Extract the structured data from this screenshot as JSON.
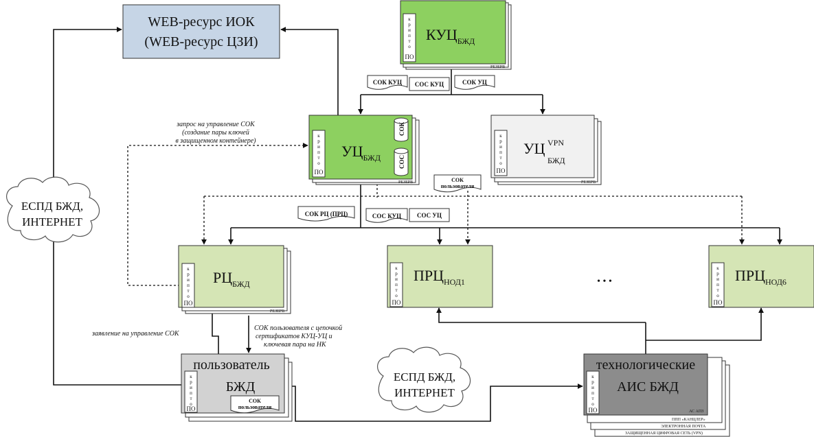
{
  "colors": {
    "green_bright": "#8dd060",
    "green_pale": "#d5e5b5",
    "web_blue": "#c6d5e6",
    "user_gray": "#d2d2d2",
    "tech_gray": "#8c8c8c",
    "vpn_white": "#f1f1f1"
  },
  "nodes": {
    "web": {
      "line1": "WEB-ресурс ИОК",
      "line2": "(WEB-ресурс ЦЗИ)"
    },
    "kuc": {
      "main": "КУЦ",
      "sub": "БЖД",
      "reserve": "РЕЗЕРВ"
    },
    "uc": {
      "main": "УЦ",
      "sub": "БЖД",
      "reserve": "РЕЗЕРВ",
      "db_sok": "СОК",
      "db_sos": "СОС"
    },
    "ucvpn": {
      "main": "УЦ",
      "sup": "VPN",
      "sub": "БЖД",
      "reserve": "РЕЗЕРВ"
    },
    "rc": {
      "main": "РЦ",
      "sub": "БЖД",
      "reserve": "РЕЗЕРВ"
    },
    "prc1": {
      "main": "ПРЦ",
      "sub": "НОД1"
    },
    "prc6": {
      "main": "ПРЦ",
      "sub": "НОД6"
    },
    "ellipsis": "• • •",
    "user": {
      "line1": "пользователь",
      "line2": "БЖД",
      "doc1": "СОК",
      "doc2": "пользователя"
    },
    "tech": {
      "line1": "технологические",
      "line2": "АИС БЖД",
      "tag": "АС АПЗ",
      "stack": [
        "ППП «КАНЦЛЕР»",
        "ЭЛЕКТРОННАЯ ПОЧТА",
        "ЗАЩИЩЕННАЯ ЦИФРОВАЯ СЕТЬ (VPN)"
      ]
    }
  },
  "crypto_label": [
    "к",
    "р",
    "и",
    "п",
    "т",
    "о",
    "ПО"
  ],
  "docs": {
    "sok_kuc": "СОК КУЦ",
    "sos_kuc_top": "СОС КУЦ",
    "sok_uc": "СОК УЦ",
    "sok_rc": "СОК РЦ (ПРЦ)",
    "sos_kuc_mid": "СОС КУЦ",
    "sos_uc": "СОС УЦ",
    "sok_user_line1": "СОК",
    "sok_user_line2": "пользователя"
  },
  "clouds": {
    "left": {
      "line1": "ЕСПД БЖД,",
      "line2": "ИНТЕРНЕТ"
    },
    "mid": {
      "line1": "ЕСПД БЖД,",
      "line2": "ИНТЕРНЕТ"
    }
  },
  "notes": {
    "request_line1": "запрос на управление СОК",
    "request_line2": "(создание пары ключей",
    "request_line3": "в защищенном контейнере)",
    "statement": "заявление на управление СОК",
    "sok_chain_line1": "СОК пользователя с цепочкой",
    "sok_chain_line2": "сертификатов КУЦ-УЦ и",
    "sok_chain_line3": "ключевая пара на НК"
  }
}
